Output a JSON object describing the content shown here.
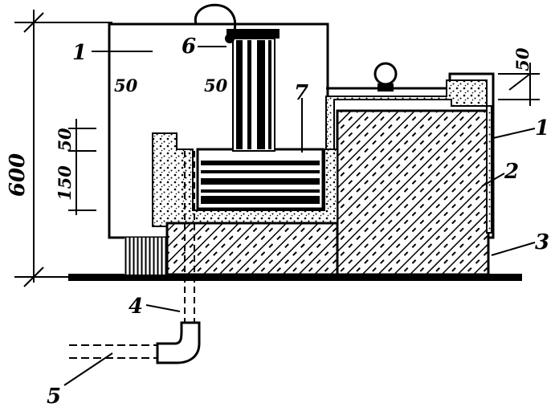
{
  "dimensions": {
    "overall_height": "600",
    "lower_gap": "150",
    "upper_gap": "50",
    "left_wall": "50",
    "inner_wall": "50",
    "top_right": "50"
  },
  "callouts": {
    "c1_left": "1",
    "c1_right": "1",
    "c2": "2",
    "c3": "3",
    "c4": "4",
    "c5": "5",
    "c6": "6",
    "c7": "7"
  },
  "colors": {
    "ink": "#000000",
    "paper": "#ffffff",
    "water": "#000000"
  }
}
